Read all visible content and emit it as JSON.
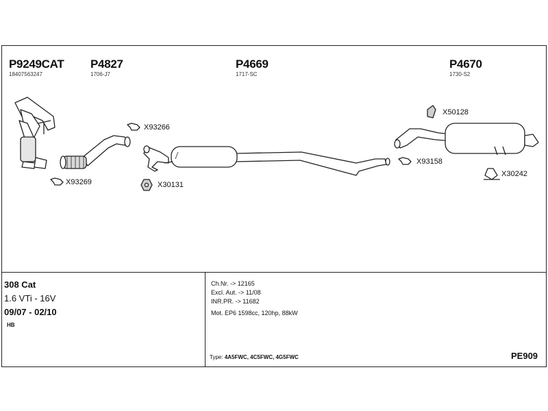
{
  "parts": [
    {
      "number": "P9249CAT",
      "ref": "18407563247"
    },
    {
      "number": "P4827",
      "ref": "1706-J7"
    },
    {
      "number": "P4669",
      "ref": "1717-SC"
    },
    {
      "number": "P4670",
      "ref": "1730-S2"
    }
  ],
  "fittings": [
    {
      "code": "X93266",
      "icon": "clamp-icon"
    },
    {
      "code": "X93269",
      "icon": "clamp-icon"
    },
    {
      "code": "X30131",
      "icon": "nut-icon"
    },
    {
      "code": "X50128",
      "icon": "bracket-icon"
    },
    {
      "code": "X93158",
      "icon": "clamp-icon"
    },
    {
      "code": "X30242",
      "icon": "rubber-mount-icon"
    }
  ],
  "vehicle": {
    "model": "308 Cat",
    "engine": "1.6 VTi - 16V",
    "dates": "09/07 - 02/10",
    "body": "HB"
  },
  "specs": [
    "Ch.Nr. -> 12165",
    "Excl. Aut. -> 11/08",
    "INR.PR. -> 11682",
    "Mot. EP6 1598cc, 120hp, 88kW"
  ],
  "type_label": "Type:",
  "type_values": "4A5FWC, 4C5FWC, 4G5FWC",
  "diagram_code": "PE909",
  "colors": {
    "line": "#222222",
    "fill": "#ffffff",
    "shade": "#cfcfcf"
  }
}
